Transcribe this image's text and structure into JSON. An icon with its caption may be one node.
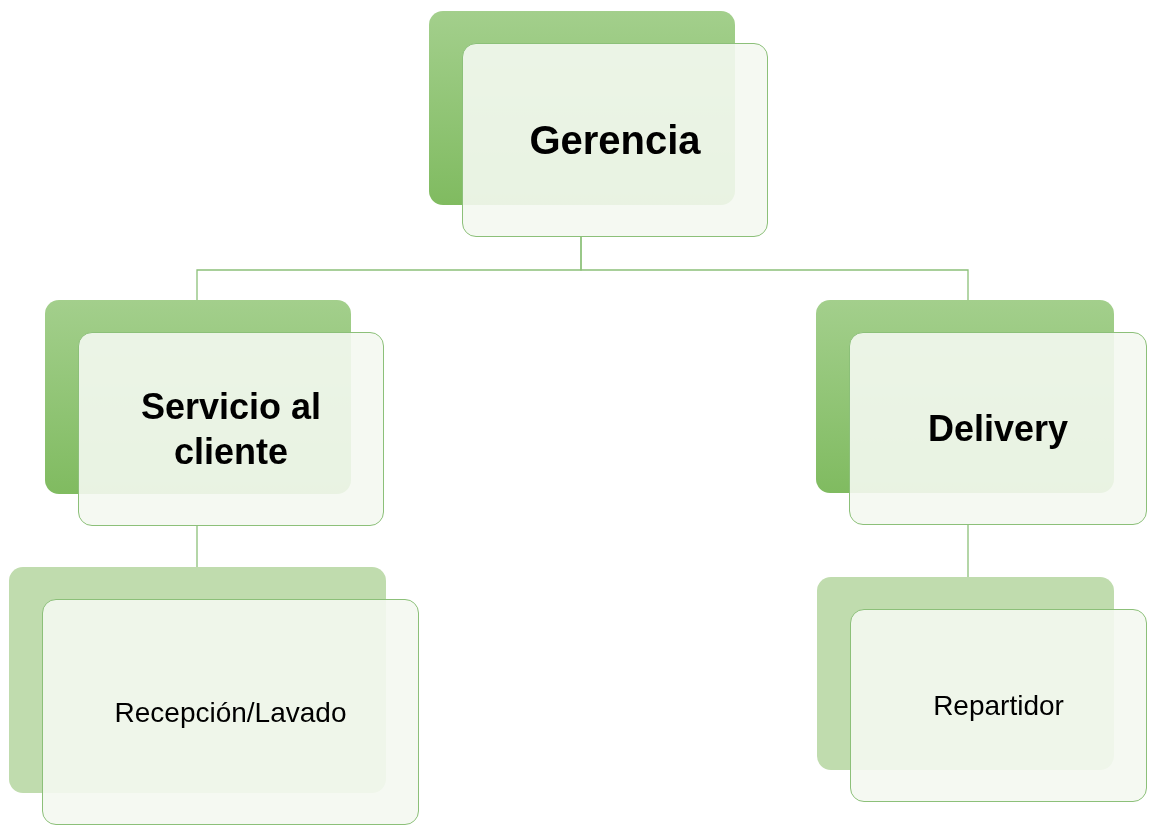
{
  "diagram": {
    "nodes": [
      {
        "text": [
          "Gerencia"
        ]
      },
      {
        "text": [
          "Servicio al cliente"
        ]
      },
      {
        "text": [
          "Delivery"
        ]
      },
      {
        "text": [
          "Recepción/Lavado"
        ]
      },
      {
        "text": [
          "Repartidor"
        ]
      }
    ],
    "edges": [
      {
        "from": 0,
        "to": 1,
        "arrow": "none"
      },
      {
        "from": 0,
        "to": 2,
        "arrow": "none"
      },
      {
        "from": 1,
        "to": 3,
        "arrow": "none"
      },
      {
        "from": 2,
        "to": 4,
        "arrow": "none"
      }
    ]
  }
}
